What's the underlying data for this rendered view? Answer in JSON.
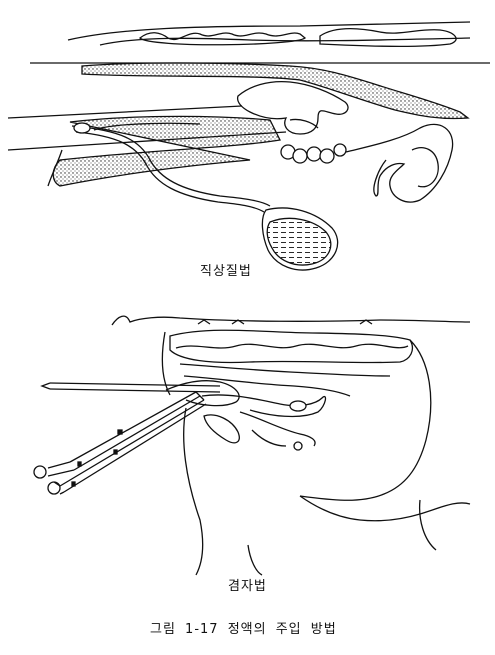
{
  "figure": {
    "caption_top": "직상질법",
    "caption_bottom": "겸자법",
    "figure_caption": "그림 1-17  정액의 주입 방법"
  }
}
